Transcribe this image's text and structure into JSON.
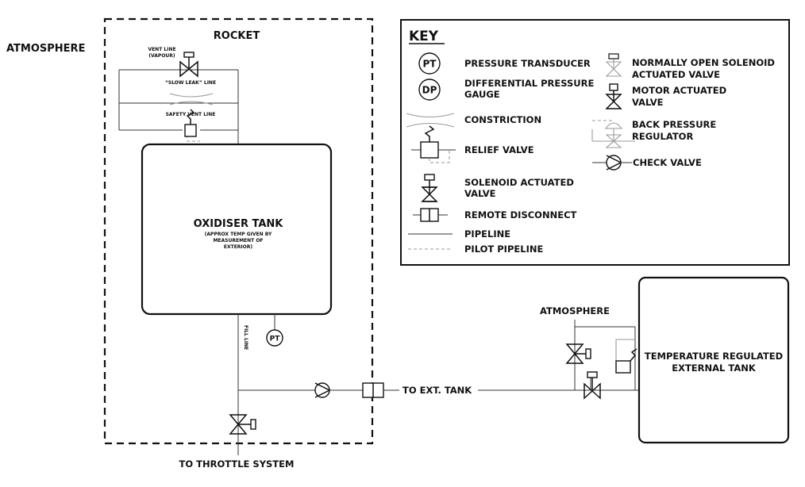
{
  "labels": {
    "atmosphere_left": "ATMOSPHERE",
    "rocket": "ROCKET",
    "vent_line": "VENT LINE",
    "vent_line_sub": "(VAPOUR)",
    "slow_leak": "“SLOW LEAK” LINE",
    "safety_vent": "SAFETY VENT LINE",
    "tank_title": "OXIDISER TANK",
    "tank_sub1": "(APPROX TEMP GIVEN BY",
    "tank_sub2": "MEASUREMENT OF",
    "tank_sub3": "EXTERIOR)",
    "fill_line": "FILL LINE",
    "pt": "PT",
    "to_ext_tank": "TO EXT. TANK",
    "to_throttle": "TO THROTTLE SYSTEM",
    "atmosphere_right": "ATMOSPHERE",
    "ext_tank_line1": "TEMPERATURE REGULATED",
    "ext_tank_line2": "EXTERNAL TANK"
  },
  "key": {
    "title": "KEY",
    "pt_symbol": "PT",
    "dp_symbol": "DP",
    "items": {
      "pressure_transducer": "PRESSURE TRANSDUCER",
      "diff_gauge_1": "DIFFERENTIAL PRESSURE",
      "diff_gauge_2": "GAUGE",
      "constriction": "CONSTRICTION",
      "relief_valve": "RELIEF VALVE",
      "solenoid_valve_1": "SOLENOID ACTUATED",
      "solenoid_valve_2": "VALVE",
      "remote_disconnect": "REMOTE DISCONNECT",
      "pipeline": "PIPELINE",
      "pilot_pipeline": "PILOT PIPELINE",
      "no_solenoid_1": "NORMALLY OPEN SOLENOID",
      "no_solenoid_2": "ACTUATED VALVE",
      "motor_valve_1": "MOTOR ACTUATED",
      "motor_valve_2": "VALVE",
      "back_pressure_1": "BACK PRESSURE",
      "back_pressure_2": "REGULATOR",
      "check_valve": "CHECK VALVE"
    }
  }
}
